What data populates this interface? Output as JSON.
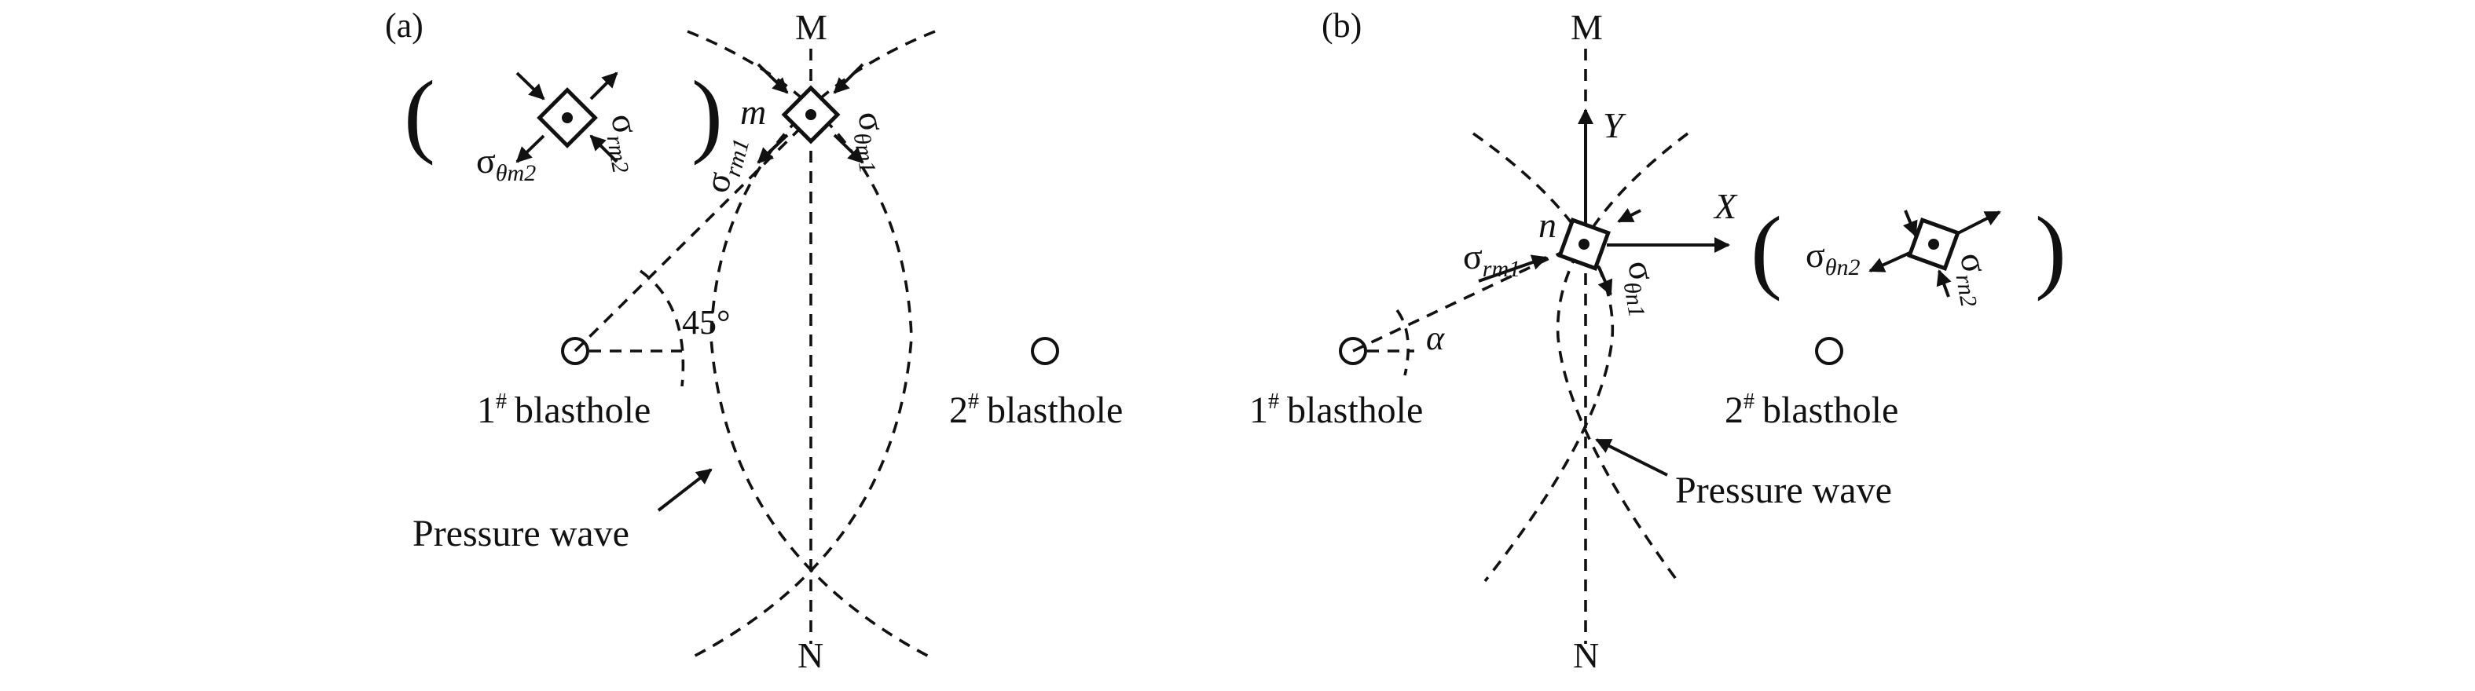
{
  "panel_a": {
    "label": "(a)",
    "top_point": "M",
    "bottom_point": "N",
    "element": "m",
    "angle": "45°",
    "hole1": {
      "num": "1",
      "sup": "#",
      "word": "blasthole"
    },
    "hole2": {
      "num": "2",
      "sup": "#",
      "word": "blasthole"
    },
    "wave_label": "Pressure wave",
    "sigma": "σ",
    "sub_theta_m1": "θm1",
    "sub_r_m1": "rm1",
    "sub_theta_m2": "θm2",
    "sub_r_m2": "rm2",
    "paren_open": "(",
    "paren_close": ")"
  },
  "panel_b": {
    "label": "(b)",
    "top_point": "M",
    "bottom_point": "N",
    "element": "n",
    "angle": "α",
    "axis_x": "X",
    "axis_y": "Y",
    "hole1": {
      "num": "1",
      "sup": "#",
      "word": "blasthole"
    },
    "hole2": {
      "num": "2",
      "sup": "#",
      "word": "blasthole"
    },
    "wave_label": "Pressure wave",
    "sigma": "σ",
    "sub_r_m1": "rm1",
    "sub_theta_n1": "θn1",
    "sub_theta_n2": "θn2",
    "sub_r_n2": "rn2",
    "paren_open": "(",
    "paren_close": ")"
  }
}
